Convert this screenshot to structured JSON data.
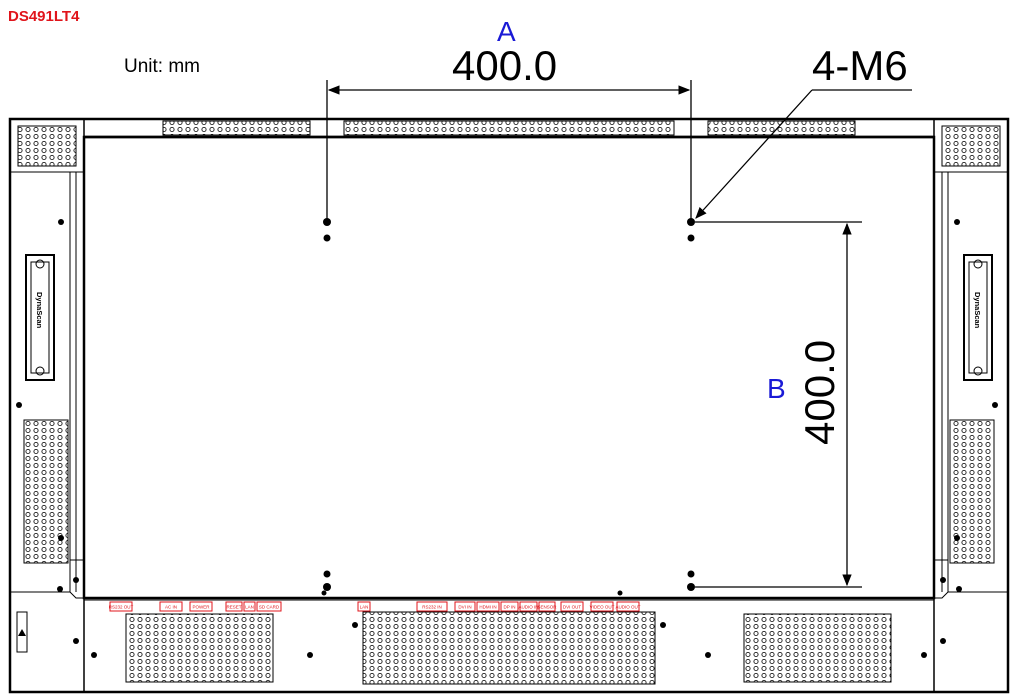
{
  "header": {
    "model": "DS491LT4",
    "unit": "Unit: mm"
  },
  "dimensions": {
    "horizontal": {
      "letter": "A",
      "value": "400.0"
    },
    "vertical": {
      "letter": "B",
      "value": "400.0"
    },
    "screw_spec": "4-M6"
  },
  "brand_label": "DynaScan",
  "colors": {
    "title": "#e0141b",
    "letters": "#1a1ad6",
    "ports": "#e0141b",
    "lines": "#000000"
  },
  "ports_left": [
    "RS232 OUT",
    "AC IN",
    "POWER",
    "RESET",
    "LAN",
    "SD CARD"
  ],
  "ports_right": [
    "LAN",
    "RS232 IN",
    "DVI IN",
    "HDMI IN",
    "DP IN",
    "AUDIO IN",
    "SENSOR",
    "DVI OUT",
    "VIDEO OUT",
    "AUDIO OUT"
  ]
}
